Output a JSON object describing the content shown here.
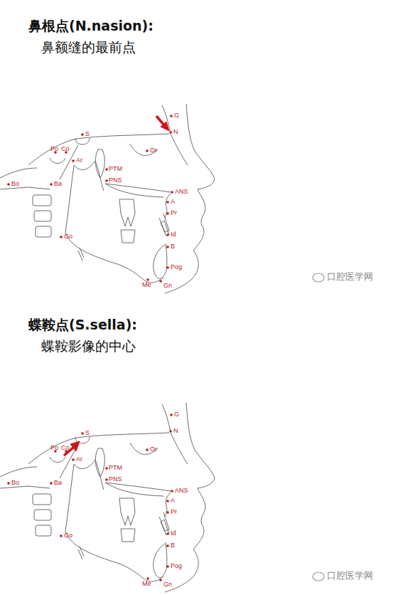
{
  "diagram": {
    "labels": [
      "鼻根点(N.nasion):",
      "鼻额缝的最前点",
      "G",
      "N",
      "S",
      "Or",
      "Po",
      "Co",
      "Bo",
      "Ba",
      "Ar",
      "PTM",
      "PNS",
      "ANS",
      "A",
      "Pr",
      "Id",
      "B",
      "Pog",
      "Me",
      "Gn",
      "Go",
      "口腔医学网",
      "蝶鞍点(S.sella):",
      "蝶鞍影像的中心",
      "G",
      "N",
      "S",
      "Or",
      "Po",
      "Co",
      "Bo",
      "Ba",
      "Ar",
      "PTM",
      "PNS",
      "ANS",
      "A",
      "Pr",
      "Id",
      "B",
      "Pog",
      "Me",
      "Gn",
      "Go",
      "口腔医学网"
    ]
  }
}
